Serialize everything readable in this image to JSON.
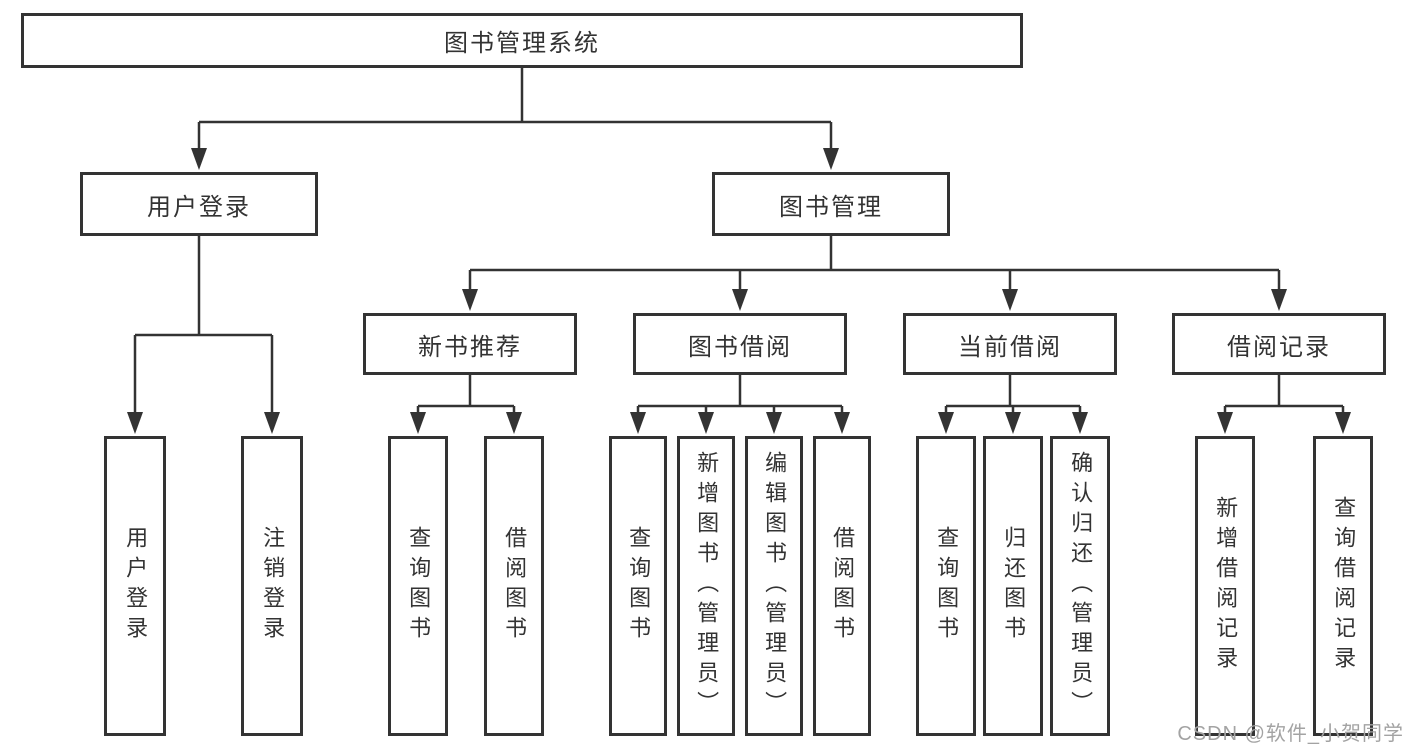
{
  "diagram": {
    "root": "图书管理系统",
    "user_login": {
      "label": "用户登录",
      "leaves": [
        "用户登录",
        "注销登录"
      ]
    },
    "book_mgmt": {
      "label": "图书管理"
    },
    "groups": [
      {
        "label": "新书推荐",
        "leaves": [
          "查询图书",
          "借阅图书"
        ]
      },
      {
        "label": "图书借阅",
        "leaves": [
          "查询图书",
          "新增图书（管理员）",
          "编辑图书（管理员）",
          "借阅图书"
        ]
      },
      {
        "label": "当前借阅",
        "leaves": [
          "查询图书",
          "归还图书",
          "确认归还（管理员）"
        ]
      },
      {
        "label": "借阅记录",
        "leaves": [
          "新增借阅记录",
          "查询借阅记录"
        ]
      }
    ]
  },
  "watermark": "CSDN @软件_小贺同学",
  "colors": {
    "line": "#333333",
    "text": "#333333",
    "background": "#ffffff",
    "watermark": "#a3a3a3"
  }
}
